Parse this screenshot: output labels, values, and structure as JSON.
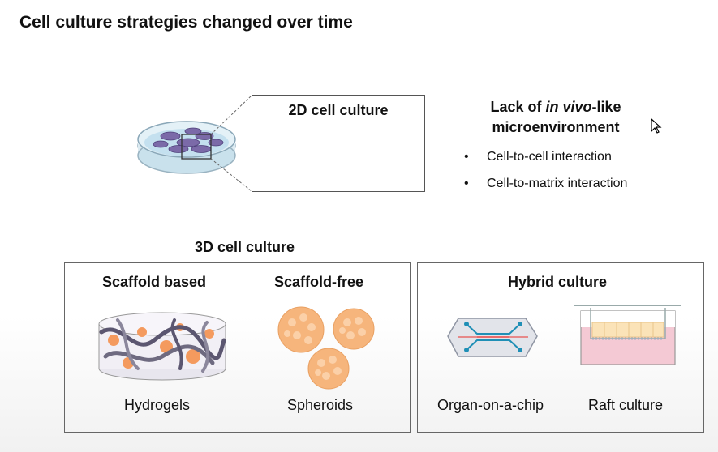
{
  "title": "Cell culture strategies changed over time",
  "culture_2d": {
    "title": "2D cell culture"
  },
  "limitation": {
    "heading_pre": "Lack of ",
    "heading_italic": "in vivo",
    "heading_post": "-like",
    "heading_line2": "microenvironment",
    "bullet_glyph": "•",
    "bullets": [
      "Cell-to-cell interaction",
      "Cell-to-matrix interaction"
    ]
  },
  "culture_3d": {
    "title": "3D cell culture",
    "scaffold_based": {
      "header": "Scaffold based",
      "label": "Hydrogels"
    },
    "scaffold_free": {
      "header": "Scaffold-free",
      "label": "Spheroids"
    }
  },
  "hybrid": {
    "header": "Hybrid culture",
    "organ_chip_label": "Organ-on-a-chip",
    "raft_label": "Raft culture"
  },
  "colors": {
    "cell_purple": "#7b6aa8",
    "cell_outline": "#4e3f7a",
    "dish_blue": "#bcdcec",
    "sphere_orange": "#f6b57c",
    "hydrogel_fiber": "#5b5670",
    "chip_teal": "#1f8fb6",
    "raft_pink": "#f4c9d4"
  }
}
